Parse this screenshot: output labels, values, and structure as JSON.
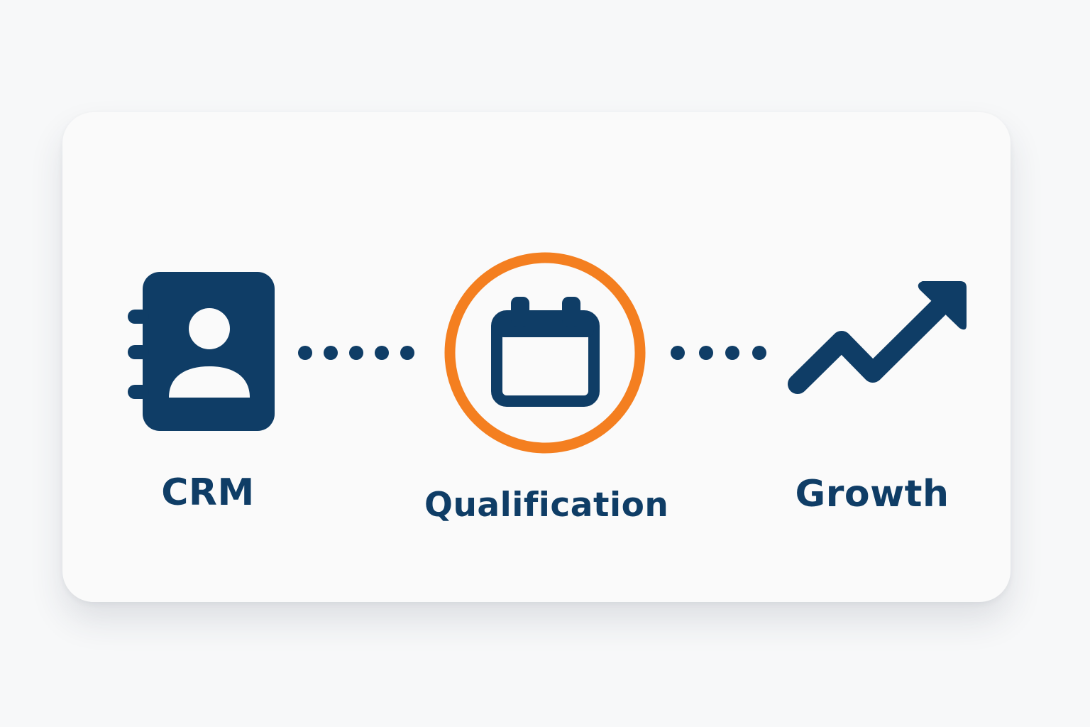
{
  "steps": {
    "crm": {
      "label": "CRM",
      "icon": "contact-book-icon"
    },
    "qualification": {
      "label": "Qualification",
      "icon": "calendar-icon"
    },
    "growth": {
      "label": "Growth",
      "icon": "trend-up-arrow-icon"
    }
  },
  "colors": {
    "primary": "#0f3d66",
    "accent": "#f47f20",
    "card_background": "#fafafa",
    "page_background": "#f7f8f9"
  }
}
